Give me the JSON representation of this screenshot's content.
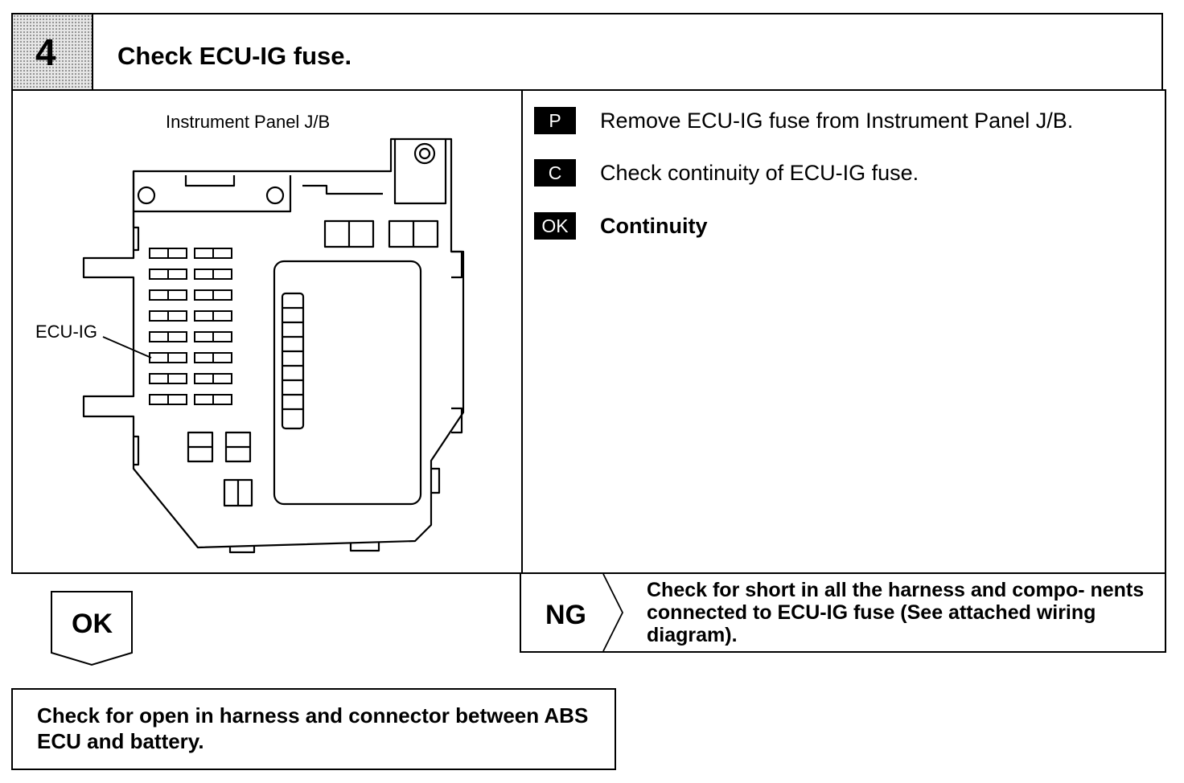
{
  "step": {
    "number": "4",
    "title": "Check ECU-IG fuse."
  },
  "diagram": {
    "caption": "Instrument Panel J/B",
    "callout": "ECU-IG"
  },
  "instructions": [
    {
      "tag": "P",
      "text": "Remove ECU-IG fuse from Instrument Panel J/B."
    },
    {
      "tag": "C",
      "text": "Check continuity of ECU-IG fuse."
    },
    {
      "tag": "OK",
      "text": "Continuity"
    }
  ],
  "ok_branch": {
    "label": "OK",
    "text": "Check for open in harness and connector between ABS ECU and battery."
  },
  "ng_branch": {
    "label": "NG",
    "text": "Check for short in all the harness and compo- nents connected to ECU-IG fuse (See attached wiring diagram)."
  }
}
